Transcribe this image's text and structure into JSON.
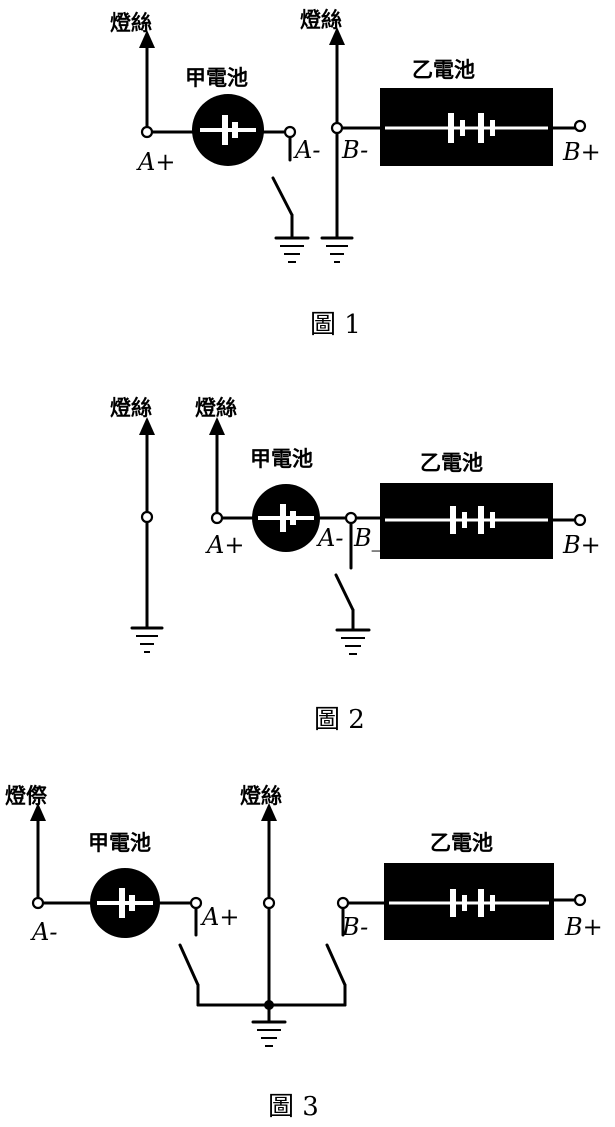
{
  "labels": {
    "filament": "燈絲",
    "filament_alt": "燈傺",
    "battery_a": "甲電池",
    "battery_b": "乙電池",
    "a_plus": "A+",
    "a_minus": "A-",
    "b_minus": "B-",
    "b_minus_underscore": "B_",
    "b_plus": "B+"
  },
  "figures": [
    {
      "caption": "圖 1"
    },
    {
      "caption": "圖 2"
    },
    {
      "caption": "圖 3"
    }
  ],
  "colors": {
    "ink": "#000000",
    "paper": "#ffffff"
  }
}
